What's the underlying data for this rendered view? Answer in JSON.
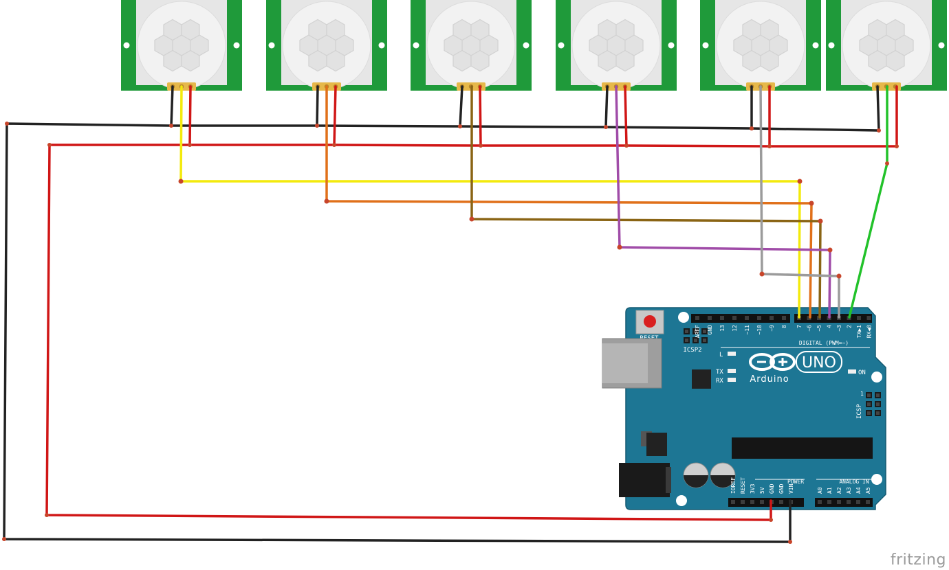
{
  "colors": {
    "pcb_green": "#1f9a3a",
    "sensor_dome": "#efefef",
    "arduino_board": "#1d7694",
    "wire_black": "#222222",
    "wire_red": "#d01616",
    "wire_yellow": "#f3ea0c",
    "wire_orange": "#e0701a",
    "wire_olive": "#8a6414",
    "wire_purple": "#a04ca8",
    "wire_gray": "#9b9b9b",
    "wire_green": "#22c22a"
  },
  "sensors": [
    {
      "id": "pir-1",
      "signal_wire": "yellow",
      "arduino_pin": "7"
    },
    {
      "id": "pir-2",
      "signal_wire": "orange",
      "arduino_pin": "6"
    },
    {
      "id": "pir-3",
      "signal_wire": "olive",
      "arduino_pin": "5"
    },
    {
      "id": "pir-4",
      "signal_wire": "purple",
      "arduino_pin": "4"
    },
    {
      "id": "pir-5",
      "signal_wire": "gray",
      "arduino_pin": "3"
    },
    {
      "id": "pir-6",
      "signal_wire": "green",
      "arduino_pin": "2"
    }
  ],
  "arduino": {
    "reset_label": "RESET",
    "icsp2_label": "ICSP2",
    "icsp_label": "ICSP",
    "icsp_pin1": "1",
    "led_l": "L",
    "led_tx": "TX",
    "led_rx": "RX",
    "on_label": "ON",
    "uno_label": "UNO",
    "brand_label": "Arduino",
    "digital_label": "DIGITAL (PWM=~)",
    "power_label": "POWER",
    "analog_label": "ANALOG IN",
    "top_header_labels": [
      "AREF",
      "GND",
      "13",
      "12",
      "~11",
      "~10",
      "~9",
      "8"
    ],
    "digital_labels": [
      "7",
      "~6",
      "~5",
      "4",
      "~3",
      "2",
      "TX▶1",
      "RX◀0"
    ],
    "power_pins": [
      "IOREF",
      "RESET",
      "3V3",
      "5V",
      "GND",
      "GND",
      "VIN"
    ],
    "analog_pins": [
      "A0",
      "A1",
      "A2",
      "A3",
      "A4",
      "A5"
    ]
  },
  "watermark": "fritzing"
}
